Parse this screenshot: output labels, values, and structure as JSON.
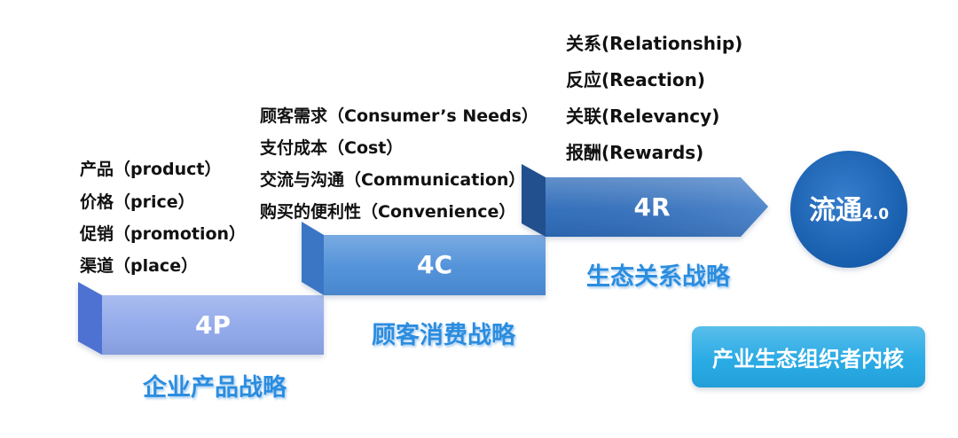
{
  "stages": [
    {
      "label": "4P",
      "strategy": "企业产品战略",
      "items": [
        "产品（product）",
        "价格（price）",
        "促销（promotion）",
        "渠道（place）"
      ]
    },
    {
      "label": "4C",
      "strategy": "顾客消费战略",
      "items": [
        "顾客需求（Consumer’s Needs）",
        "支付成本（Cost）",
        "交流与沟通（Communication）",
        "购买的便利性（Convenience）"
      ]
    },
    {
      "label": "4R",
      "strategy": "生态关系战略",
      "items": [
        "关系(Relationship)",
        "反应(Reaction)",
        "关联(Relevancy)",
        "报酬(Rewards)"
      ]
    }
  ],
  "goal": {
    "title": "流通",
    "version": "4.0"
  },
  "core": {
    "label": "产业生态组织者内核"
  },
  "colors": {
    "stage_4p": "#8ea6ea",
    "stage_4p_fold": "#4e72d2",
    "stage_4c": "#4c8ed8",
    "stage_4c_fold": "#3a76c4",
    "stage_4r": "#2f70c2",
    "stage_4r_fold": "#234f8e",
    "strategy_text": "#2a8ddf",
    "goal_circle": "#1868c4",
    "core_box": "#22a8e4",
    "item_text": "#111111"
  }
}
